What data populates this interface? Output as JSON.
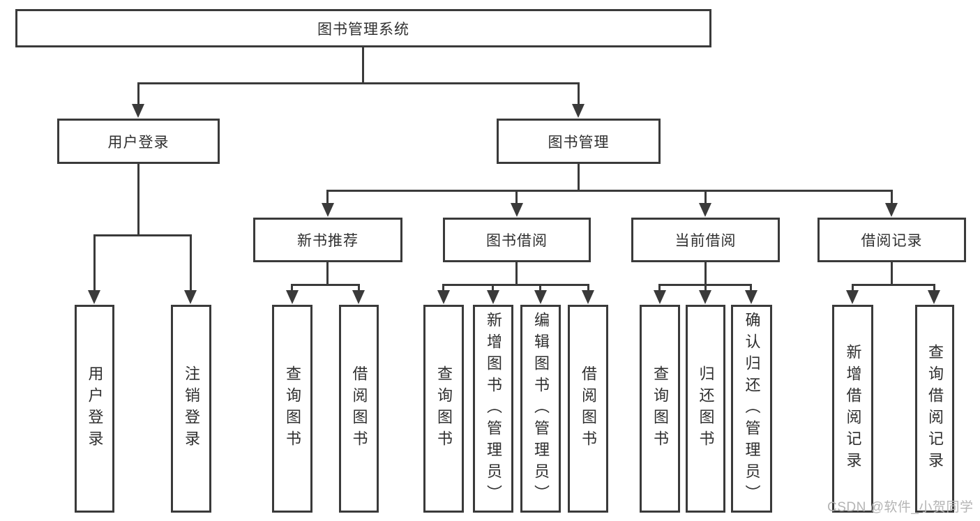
{
  "tree": {
    "root": {
      "label": "图书管理系统"
    },
    "branches": [
      {
        "label": "用户登录",
        "children": [
          {
            "label": "用户登录"
          },
          {
            "label": "注销登录"
          }
        ]
      },
      {
        "label": "图书管理",
        "sections": [
          {
            "label": "新书推荐",
            "children": [
              {
                "label": "查询图书"
              },
              {
                "label": "借阅图书"
              }
            ]
          },
          {
            "label": "图书借阅",
            "children": [
              {
                "label": "查询图书"
              },
              {
                "label": "新增图书（管理员）"
              },
              {
                "label": "编辑图书（管理员）"
              },
              {
                "label": "借阅图书"
              }
            ]
          },
          {
            "label": "当前借阅",
            "children": [
              {
                "label": "查询图书"
              },
              {
                "label": "归还图书"
              },
              {
                "label": "确认归还（管理员）"
              }
            ]
          },
          {
            "label": "借阅记录",
            "children": [
              {
                "label": "新增借阅记录"
              },
              {
                "label": "查询借阅记录"
              }
            ]
          }
        ]
      }
    ]
  },
  "watermark": {
    "text": "CSDN @软件_小贺同学"
  },
  "colors": {
    "line": "#3a3a3a",
    "text": "#2f2f2f",
    "watermark": "#b4b4b4",
    "background": "#ffffff"
  }
}
